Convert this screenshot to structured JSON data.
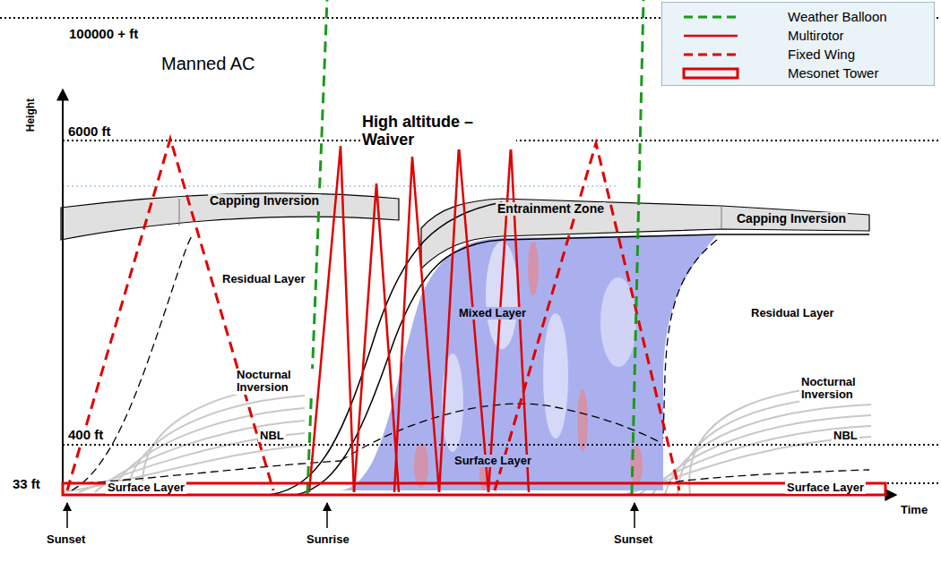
{
  "diagram": {
    "labels": [
      "100000 + ft",
      "Manned AC",
      "Height",
      "6000 ft",
      "High altitude – Waiver",
      "Capping Inversion",
      "Entrainment Zone",
      "Capping Inversion",
      "Residual Layer",
      "Mixed Layer",
      "Residual Layer",
      "Nocturnal Inversion",
      "Nocturnal Inversion",
      "NBL",
      "NBL",
      "400 ft",
      "Surface Layer",
      "33 ft",
      "Surface Layer",
      "Surface Layer",
      "Time",
      "Sunset",
      "Sunrise",
      "Sunset"
    ],
    "legend": [
      {
        "text": "Weather Balloon"
      },
      {
        "text": "Multirotor"
      },
      {
        "text": "Fixed Wing"
      },
      {
        "text": "Mesonet Tower"
      }
    ]
  }
}
